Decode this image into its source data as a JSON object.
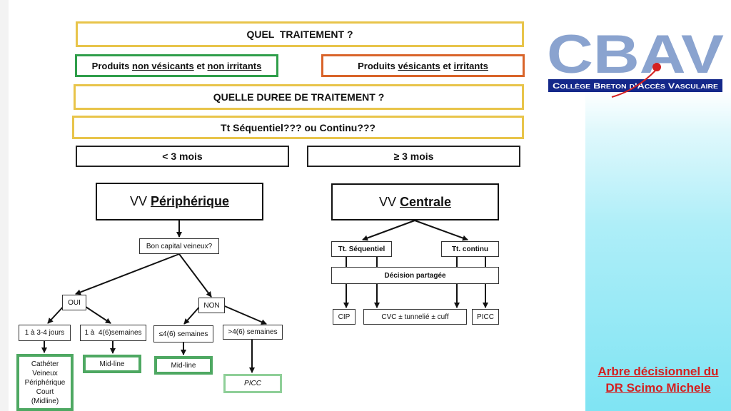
{
  "header": {
    "question_treatment": "QUEL  TRAITEMENT ?",
    "non_vesicant": {
      "prefix": "Produits ",
      "w1": "non vésicants",
      "mid": " et ",
      "w2": "non irritants"
    },
    "vesicant": {
      "prefix": "Produits ",
      "w1": "vésicants",
      "mid": " et ",
      "w2": "irritants"
    },
    "question_duration": "QUELLE DUREE DE TRAITEMENT ?",
    "question_mode": "Tt Séquentiel??? ou Continu???",
    "short_duration": "< 3 mois",
    "long_duration": "≥ 3 mois"
  },
  "peripheral": {
    "title_prefix": "VV ",
    "title_main": "Périphérique",
    "question": "Bon capital veineux?",
    "yes": "OUI",
    "no": "NON",
    "yes_short": "1 à 3-4 jours",
    "yes_long": "1 à  4(6)semaines",
    "no_short": "≤4(6) semaines",
    "no_long": ">4(6) semaines",
    "catheter_lines": [
      "Cathéter",
      "Veineux",
      "Périphérique",
      "Court",
      "(Midline)"
    ],
    "midline_1": "Mid-line",
    "midline_2": "Mid-line",
    "picc": "PICC"
  },
  "central": {
    "title_prefix": "VV ",
    "title_main": "Centrale",
    "sequential": "Tt. Séquentiel",
    "continuous": "Tt. continu",
    "shared_decision": "Décision partagée",
    "cip": "CIP",
    "cvc": "CVC ± tunnelié ± cuff",
    "picc": "PICC"
  },
  "logo": {
    "letters": "CBAV",
    "subtitle": "Collège Breton d'Accès Vasculaire"
  },
  "footer": {
    "line1": "Arbre décisionnel du",
    "line2": "DR Scimo Michele"
  },
  "colors": {
    "yellow_border": "#e8c44a",
    "green_border": "#2f9e4a",
    "orange_border": "#d9642a",
    "logo_blue": "#8aa3cf",
    "logo_navy": "#14288a",
    "accent_red": "#d42020"
  }
}
